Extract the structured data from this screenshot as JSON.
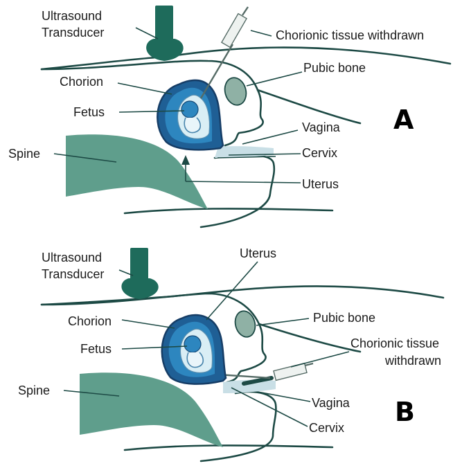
{
  "panel_a": {
    "letter": "A",
    "labels": {
      "ultrasound_line1": "Ultrasound",
      "ultrasound_line2": "Transducer",
      "chorionic_tissue": "Chorionic tissue withdrawn",
      "pubic_bone": "Pubic bone",
      "chorion": "Chorion",
      "fetus": "Fetus",
      "vagina": "Vagina",
      "cervix": "Cervix",
      "spine": "Spine",
      "uterus": "Uterus"
    }
  },
  "panel_b": {
    "letter": "B",
    "labels": {
      "ultrasound_line1": "Ultrasound",
      "ultrasound_line2": "Transducer",
      "uterus": "Uterus",
      "chorion": "Chorion",
      "pubic_bone": "Pubic bone",
      "fetus": "Fetus",
      "chorionic_line1": "Chorionic tissue",
      "chorionic_line2": "withdrawn",
      "spine": "Spine",
      "vagina": "Vagina",
      "cervix": "Cervix"
    }
  },
  "colors": {
    "outline": "#1d4a45",
    "spine": "#5f9e8c",
    "transducer": "#1e6b5b",
    "pubic_bone": "#8fb1a5",
    "chorion_dark": "#1f5f95",
    "chorion_mid": "#2d86bf",
    "amniotic_sac": "#d9eef5"
  }
}
